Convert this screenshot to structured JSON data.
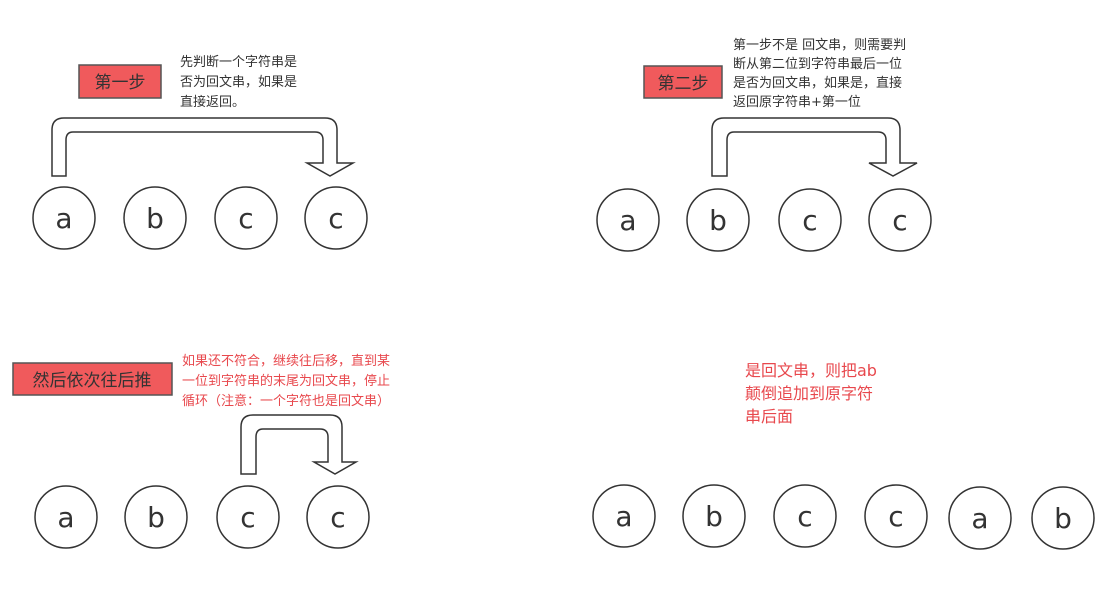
{
  "colors": {
    "label_fill": "#f05a5c",
    "label_border": "#555555",
    "note_text": "#333333",
    "note_red": "#e8484d",
    "stroke": "#333333"
  },
  "panels": [
    {
      "label": "第一步",
      "note_lines": [
        "先判断一个字符串是",
        "否为回文串，如果是",
        "直接返回。"
      ],
      "letters": [
        "a",
        "b",
        "c",
        "c"
      ]
    },
    {
      "label": "第二步",
      "note_lines": [
        "第一步不是 回文串，则需要判",
        "断从第二位到字符串最后一位",
        "是否为回文串，如果是，直接",
        "返回原字符串+第一位"
      ],
      "letters": [
        "a",
        "b",
        "c",
        "c"
      ]
    },
    {
      "label": "然后依次往后推",
      "note_lines": [
        "如果还不符合，继续往后移，直到某",
        "一位到字符串的末尾为回文串，停止",
        "循环（注意：一个字符也是回文串）"
      ],
      "letters": [
        "a",
        "b",
        "c",
        "c"
      ]
    },
    {
      "note_lines": [
        "是回文串，则把ab",
        "颠倒追加到原字符",
        "串后面"
      ],
      "letters": [
        "a",
        "b",
        "c",
        "c",
        "a",
        "b"
      ]
    }
  ]
}
